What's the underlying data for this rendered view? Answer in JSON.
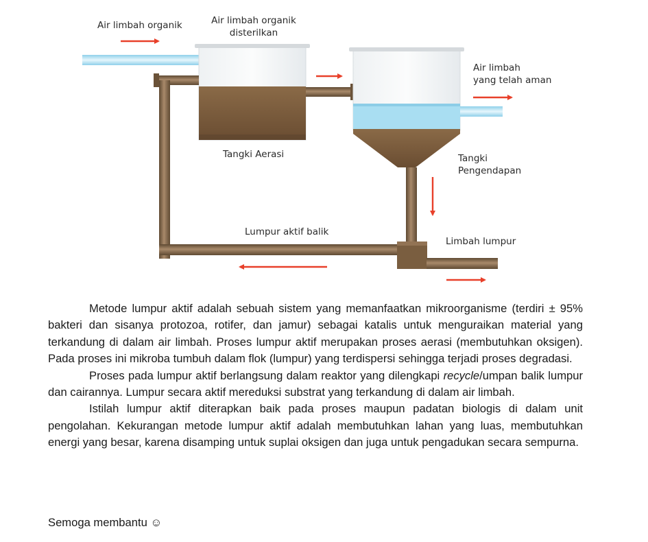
{
  "diagram": {
    "labels": {
      "inlet": "Air limbah organik",
      "sterilized": [
        "Air limbah organik",
        "disterilkan"
      ],
      "aeration_tank": "Tangki Aerasi",
      "treated": [
        "Air limbah",
        "yang telah aman"
      ],
      "settling_tank": [
        "Tangki",
        "Pengendapan"
      ],
      "return_sludge": "Lumpur aktif balik",
      "waste_sludge": "Limbah lumpur"
    },
    "colors": {
      "arrow": "#e8402a",
      "sludge": "#7a5a3a",
      "water": "#a8dcef",
      "pipe": "#86694a"
    }
  },
  "text": {
    "p1": "Metode lumpur aktif adalah sebuah sistem yang memanfaatkan mikroorganisme (terdiri ± 95% bakteri dan sisanya protozoa, rotifer, dan jamur) sebagai katalis untuk menguraikan material yang terkandung di dalam air limbah. Proses lumpur aktif merupakan proses aerasi (membutuhkan oksigen). Pada proses ini mikroba tumbuh dalam flok (lumpur) yang terdispersi sehingga terjadi proses degradasi.",
    "p2_before": "Proses pada lumpur aktif berlangsung dalam reaktor yang dilengkapi ",
    "p2_italic": "recycle",
    "p2_after": "/umpan balik lumpur dan cairannya. Lumpur secara aktif mereduksi substrat yang terkandung di dalam air limbah.",
    "p3": "Istilah lumpur aktif diterapkan baik pada proses maupun padatan biologis di dalam unit pengolahan. Kekurangan metode lumpur aktif adalah membutuhkan lahan yang luas, membutuhkan energi yang besar, karena disamping untuk suplai oksigen dan  juga untuk pengadukan secara sempurna.",
    "closing": "Semoga membantu ☺"
  }
}
